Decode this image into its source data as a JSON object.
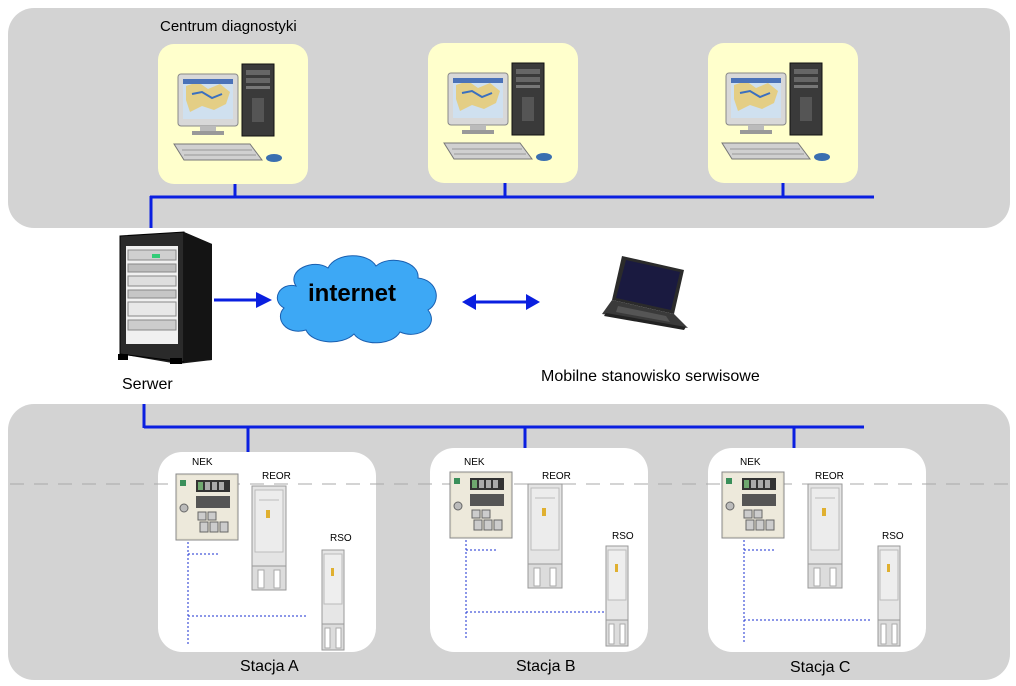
{
  "diagram": {
    "centrum_title": "Centrum diagnostyki",
    "server_label": "Serwer",
    "internet_label": "internet",
    "mobile_label": "Mobilne stanowisko serwisowe",
    "stations": [
      {
        "name": "Stacja A",
        "nek": "NEK",
        "reor": "REOR",
        "rso": "RSO"
      },
      {
        "name": "Stacja B",
        "nek": "NEK",
        "reor": "REOR",
        "rso": "RSO"
      },
      {
        "name": "Stacja C",
        "nek": "NEK",
        "reor": "REOR",
        "rso": "RSO"
      }
    ],
    "colors": {
      "panel": "#d3d3d3",
      "pc_box": "#ffffcc",
      "network_line": "#0a1fe0",
      "cloud": "#3da8f5",
      "dotted": "#1a2fd0"
    },
    "icons": [
      "desktop-computer-icon",
      "server-rack-icon",
      "cloud-icon",
      "laptop-icon",
      "nek-cabinet-icon",
      "reor-cabinet-icon",
      "rso-cabinet-icon"
    ]
  }
}
